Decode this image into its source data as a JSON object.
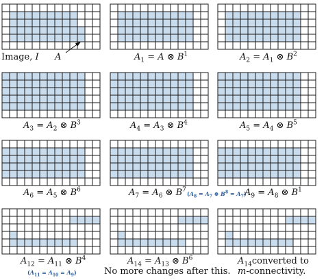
{
  "accent_color": "#c9dced",
  "note_color": "#2a5e9e",
  "panels": [
    {
      "id": "image-i",
      "cells": [
        "0000000000000",
        "0111111111000",
        "0111111111000",
        "0111111111100",
        "0111111111100",
        "0000000000000"
      ]
    },
    {
      "id": "a1",
      "cells": [
        "0000000000000",
        "0111111111100",
        "0111111111100",
        "0111111111100",
        "0111111111100",
        "0000000000000"
      ]
    },
    {
      "id": "a2",
      "cells": [
        "0000000000000",
        "0111111111100",
        "0111111111100",
        "0111111111100",
        "0111111111100",
        "0000000000000"
      ]
    },
    {
      "id": "a3",
      "cells": [
        "1111111111100",
        "1111111111100",
        "1111111111100",
        "1111111111100",
        "1111111111100",
        "0000000000000"
      ]
    },
    {
      "id": "a4",
      "cells": [
        "1111111111100",
        "1111111111100",
        "1111111111100",
        "1111111111100",
        "1111111111100",
        "0000000000000"
      ]
    },
    {
      "id": "a5",
      "cells": [
        "1111111111100",
        "1111111111100",
        "1111111111100",
        "1111111111100",
        "1111111111100",
        "0000000000000"
      ]
    },
    {
      "id": "a6",
      "cells": [
        "0000000000000",
        "1111111111100",
        "1111111111100",
        "1111111111100",
        "1111111111100",
        "0000000000000"
      ]
    },
    {
      "id": "a7",
      "cells": [
        "0000000000000",
        "1111111111100",
        "1111111111100",
        "1111111111100",
        "1111111111100",
        "0000000000000"
      ]
    },
    {
      "id": "a9",
      "cells": [
        "0000000000000",
        "1111111111100",
        "1111111111100",
        "1111111111100",
        "1111111111100",
        "0000000000000"
      ]
    },
    {
      "id": "a12",
      "cells": [
        "0000000000000",
        "0000000001111",
        "0000000000000",
        "0100000000000",
        "0111111111000",
        "0000000000000"
      ]
    },
    {
      "id": "a14",
      "cells": [
        "0000000000000",
        "0000000001111",
        "0000000000000",
        "0100000000000",
        "0111111111000",
        "0000000000000"
      ]
    },
    {
      "id": "a14-mconn",
      "cells": [
        "0000000000000",
        "0000000001111",
        "0000000000000",
        "0100000000000",
        "0111111111000",
        "0000000000000"
      ]
    }
  ],
  "captions": {
    "image": "Image, ",
    "image_i": "I",
    "a_pointer": "A",
    "a1": {
      "lhs": "A",
      "lhs_sub": "1",
      "eq": " = ",
      "rhs": "A",
      "op": " ⊗ ",
      "b": "B",
      "b_sup": "1"
    },
    "a2": {
      "lhs": "A",
      "lhs_sub": "2",
      "eq": " = ",
      "rhs": "A",
      "rhs_sub": "1",
      "op": " ⊗ ",
      "b": "B",
      "b_sup": "2"
    },
    "a3": {
      "lhs": "A",
      "lhs_sub": "3",
      "eq": " = ",
      "rhs": "A",
      "rhs_sub": "2",
      "op": " ⊗ ",
      "b": "B",
      "b_sup": "3"
    },
    "a4": {
      "lhs": "A",
      "lhs_sub": "4",
      "eq": " = ",
      "rhs": "A",
      "rhs_sub": "3",
      "op": " ⊗ ",
      "b": "B",
      "b_sup": "4"
    },
    "a5": {
      "lhs": "A",
      "lhs_sub": "5",
      "eq": " = ",
      "rhs": "A",
      "rhs_sub": "4",
      "op": " ⊗ ",
      "b": "B",
      "b_sup": "5"
    },
    "a6": {
      "lhs": "A",
      "lhs_sub": "6",
      "eq": " = ",
      "rhs": "A",
      "rhs_sub": "5",
      "op": " ⊗ ",
      "b": "B",
      "b_sup": "6"
    },
    "a7": {
      "lhs": "A",
      "lhs_sub": "7",
      "eq": " = ",
      "rhs": "A",
      "rhs_sub": "6",
      "op": " ⊗ ",
      "b": "B",
      "b_sup": "7"
    },
    "a8_note": {
      "open": "(",
      "a": "A",
      "a_sub": "8",
      "eq": " = ",
      "b": "A",
      "b_sub": "7",
      "op": " ⊗ ",
      "c": "B",
      "c_sup": "8",
      "eq2": " = ",
      "d": "A",
      "d_sub": "7",
      "close": ")"
    },
    "a9": {
      "lhs": "A",
      "lhs_sub": "9",
      "eq": " = ",
      "rhs": "A",
      "rhs_sub": "8",
      "op": " ⊗ ",
      "b": "B",
      "b_sup": "1"
    },
    "a12": {
      "lhs": "A",
      "lhs_sub": "12",
      "eq": " = ",
      "rhs": "A",
      "rhs_sub": "11",
      "op": " ⊗ ",
      "b": "B",
      "b_sup": "4"
    },
    "a11_note": {
      "open": "(",
      "a": "A",
      "a_sub": "11",
      "eq": " = ",
      "b": "A",
      "b_sub": "10",
      "eq2": " = ",
      "c": "A",
      "c_sub": "9",
      "close": ")"
    },
    "a14": {
      "lhs": "A",
      "lhs_sub": "14",
      "eq": " = ",
      "rhs": "A",
      "rhs_sub": "13",
      "op": " ⊗ ",
      "b": "B",
      "b_sup": "6"
    },
    "no_more_changes": "No more changes after this.",
    "a14_converted": {
      "a": "A",
      "a_sub": "14",
      "rest": "converted to"
    },
    "m_conn": {
      "m": "m",
      "rest": "-connectivity."
    }
  }
}
